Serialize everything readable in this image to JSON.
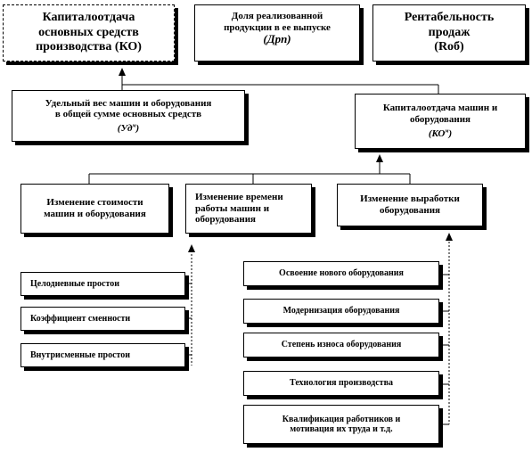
{
  "top": {
    "ko": {
      "lines": [
        "Капиталоотдача",
        "основных средств",
        "производства (КО)"
      ]
    },
    "drp": {
      "lines": [
        "Доля реализованной",
        "продукции в ее выпуске",
        "(Дрп)"
      ]
    },
    "rent": {
      "lines": [
        "Рентабельность",
        "продаж",
        "(Rоб)"
      ]
    }
  },
  "level2": {
    "ud": {
      "lines": [
        "Удельный вес машин и оборудования",
        "в общей сумме основных средств"
      ],
      "formula_main": "(Уд",
      "formula_sup": "м",
      "formula_end": ")"
    },
    "kom": {
      "lines": [
        "Капиталоотдача машин и",
        "оборудования"
      ],
      "formula_main": "(КО",
      "formula_sup": "м",
      "formula_end": ")"
    }
  },
  "level3": {
    "cost": {
      "lines": [
        "Изменение стоимости",
        "машин и оборудования"
      ]
    },
    "time": {
      "lines": [
        "Изменение времени",
        "работы машин и",
        "оборудования"
      ]
    },
    "output": {
      "lines": [
        "Изменение выработки",
        "оборудования"
      ]
    }
  },
  "time_factors": [
    {
      "label": "Целодневные простои"
    },
    {
      "label": "Коэффициент сменности"
    },
    {
      "label": "Внутрисменные простои"
    }
  ],
  "output_factors": [
    {
      "lines": [
        "Освоение нового оборудования"
      ]
    },
    {
      "lines": [
        "Модернизация оборудования"
      ]
    },
    {
      "lines": [
        "Степень износа оборудования"
      ]
    },
    {
      "lines": [
        "Технология производства"
      ]
    },
    {
      "lines": [
        "Квалификация работников и",
        "мотивация их труда и т.д."
      ]
    }
  ]
}
